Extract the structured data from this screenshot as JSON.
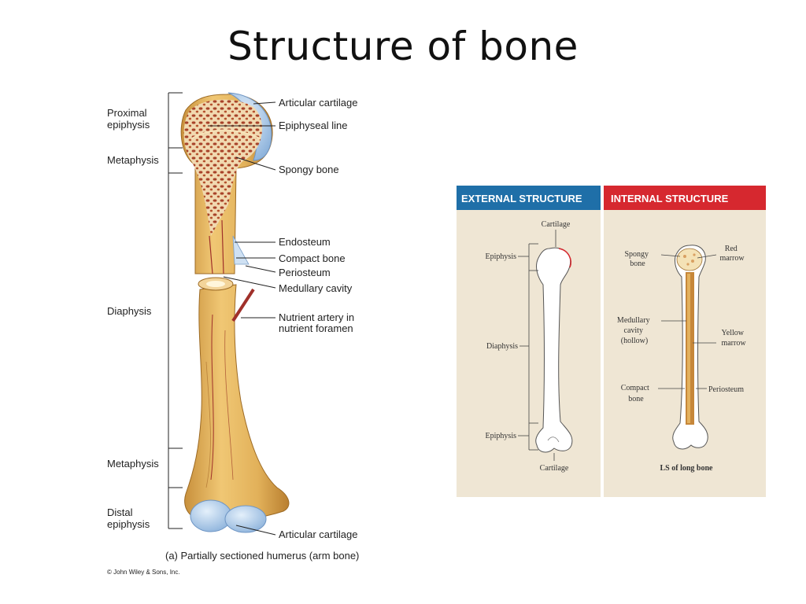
{
  "title": "Structure of bone",
  "left_figure": {
    "region_labels": {
      "proximal_epiphysis": [
        "Proximal",
        "epiphysis"
      ],
      "metaphysis_top": "Metaphysis",
      "diaphysis": "Diaphysis",
      "metaphysis_bottom": "Metaphysis",
      "distal_epiphysis": [
        "Distal",
        "epiphysis"
      ]
    },
    "part_labels": {
      "articular_cartilage_top": "Articular cartilage",
      "epiphyseal_line": "Epiphyseal line",
      "spongy_bone": "Spongy bone",
      "endosteum": "Endosteum",
      "compact_bone": "Compact bone",
      "periosteum": "Periosteum",
      "medullary_cavity": "Medullary cavity",
      "nutrient_artery": [
        "Nutrient artery in",
        "nutrient foramen"
      ],
      "articular_cartilage_bottom": "Articular cartilage"
    },
    "caption": "(a) Partially sectioned humerus (arm bone)",
    "copyright": "© John Wiley & Sons, Inc.",
    "colors": {
      "bone": "#e3b55e",
      "bone_dark": "#c48a32",
      "spongy": "#a8432a",
      "cartilage": "#a9c8e8",
      "artery": "#a0302a"
    }
  },
  "right_panel": {
    "external_heading": "EXTERNAL STRUCTURE",
    "internal_heading": "INTERNAL STRUCTURE",
    "external_labels": {
      "cartilage_top": "Cartilage",
      "epiphysis_top": "Epiphysis",
      "diaphysis": "Diaphysis",
      "epiphysis_bottom": "Epiphysis",
      "cartilage_bottom": "Cartilage"
    },
    "internal_labels": {
      "spongy_bone": [
        "Spongy",
        "bone"
      ],
      "red_marrow": [
        "Red",
        "marrow"
      ],
      "medullary_cavity": [
        "Medullary",
        "cavity",
        "(hollow)"
      ],
      "yellow_marrow": [
        "Yellow",
        "marrow"
      ],
      "compact_bone": [
        "Compact",
        "bone"
      ],
      "periosteum": "Periosteum",
      "caption": "LS of long bone"
    },
    "colors": {
      "external_header": "#1f6fa8",
      "internal_header": "#d6282f",
      "panel_bg": "#efe6d4",
      "marrow": "#c6873a"
    }
  }
}
